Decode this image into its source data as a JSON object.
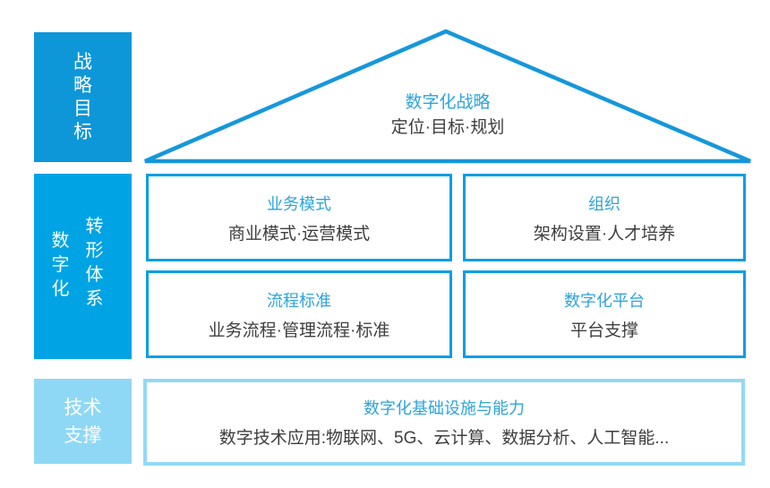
{
  "left_rail": {
    "strategy_label": "战略目标",
    "system_col_left": "数字化",
    "system_col_right": "转形体系",
    "support_label": "技术支撑"
  },
  "roof": {
    "title": "数字化战略",
    "subtitle": "定位·目标·规划"
  },
  "grid": [
    {
      "title": "业务模式",
      "subtitle": "商业模式·运营模式"
    },
    {
      "title": "组织",
      "subtitle": "架构设置·人才培养"
    },
    {
      "title": "流程标准",
      "subtitle": "业务流程·管理流程·标准"
    },
    {
      "title": "数字化平台",
      "subtitle": "平台支撑"
    }
  ],
  "foundation": {
    "title": "数字化基础设施与能力",
    "subtitle": "数字技术应用:物联网、5G、云计算、数据分析、人工智能..."
  },
  "colors": {
    "rail_strategy_bg": "#0d97d9",
    "rail_system_bg": "#00a4e4",
    "rail_support_bg": "#8ed8f5",
    "grid_border": "#089ee3",
    "foundation_border": "#92d9f6",
    "roof_stroke": "#1697da",
    "title_text": "#2da4dc",
    "body_text": "#3e3e3e"
  }
}
